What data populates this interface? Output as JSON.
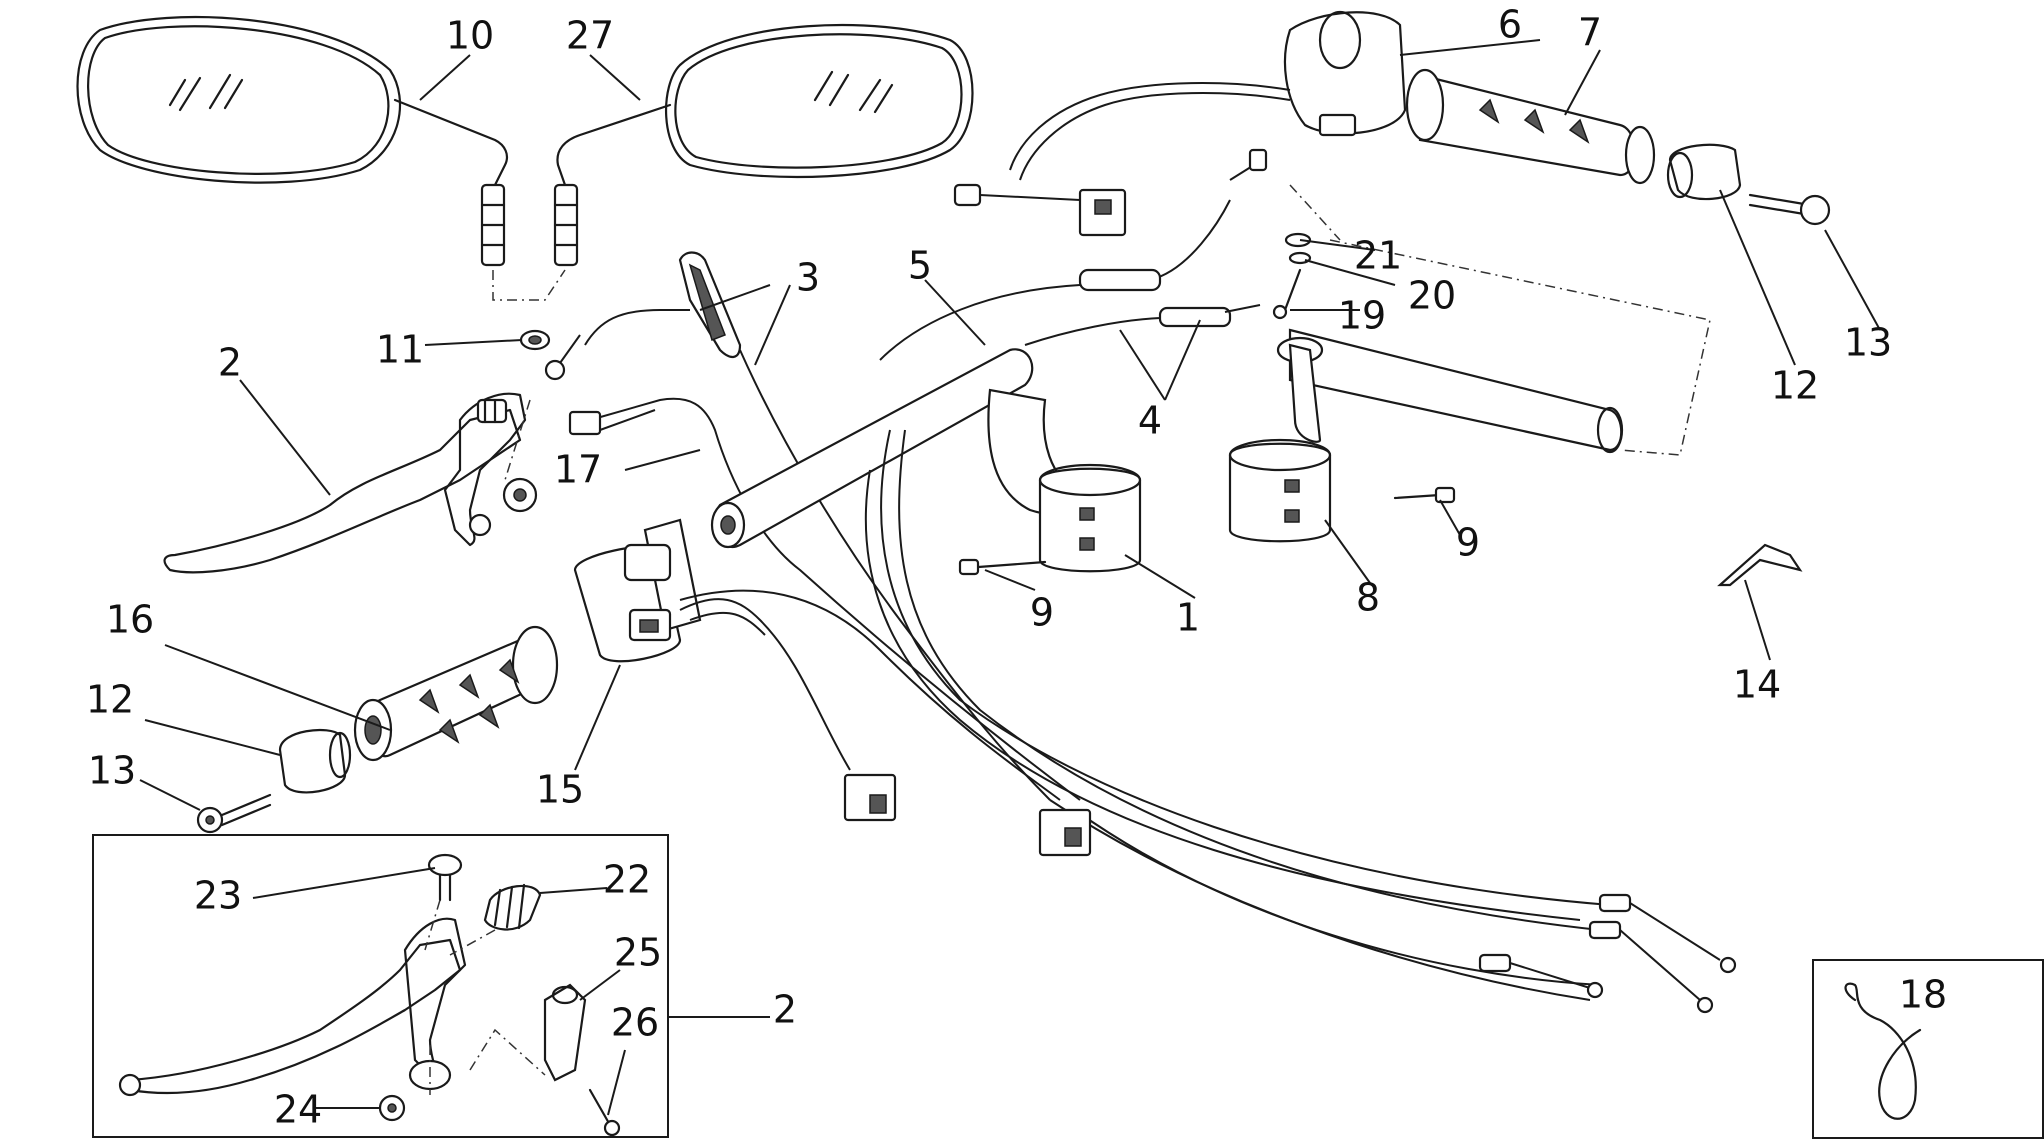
{
  "callouts": {
    "c1": "1",
    "c2a": "2",
    "c2b": "2",
    "c3": "3",
    "c4": "4",
    "c5": "5",
    "c6": "6",
    "c7": "7",
    "c8": "8",
    "c9a": "9",
    "c9b": "9",
    "c10": "10",
    "c11": "11",
    "c12a": "12",
    "c12b": "12",
    "c13a": "13",
    "c13b": "13",
    "c14": "14",
    "c15": "15",
    "c16": "16",
    "c17": "17",
    "c18": "18",
    "c19": "19",
    "c20": "20",
    "c21": "21",
    "c22": "22",
    "c23": "23",
    "c24": "24",
    "c25": "25",
    "c26": "26",
    "c27": "27"
  }
}
